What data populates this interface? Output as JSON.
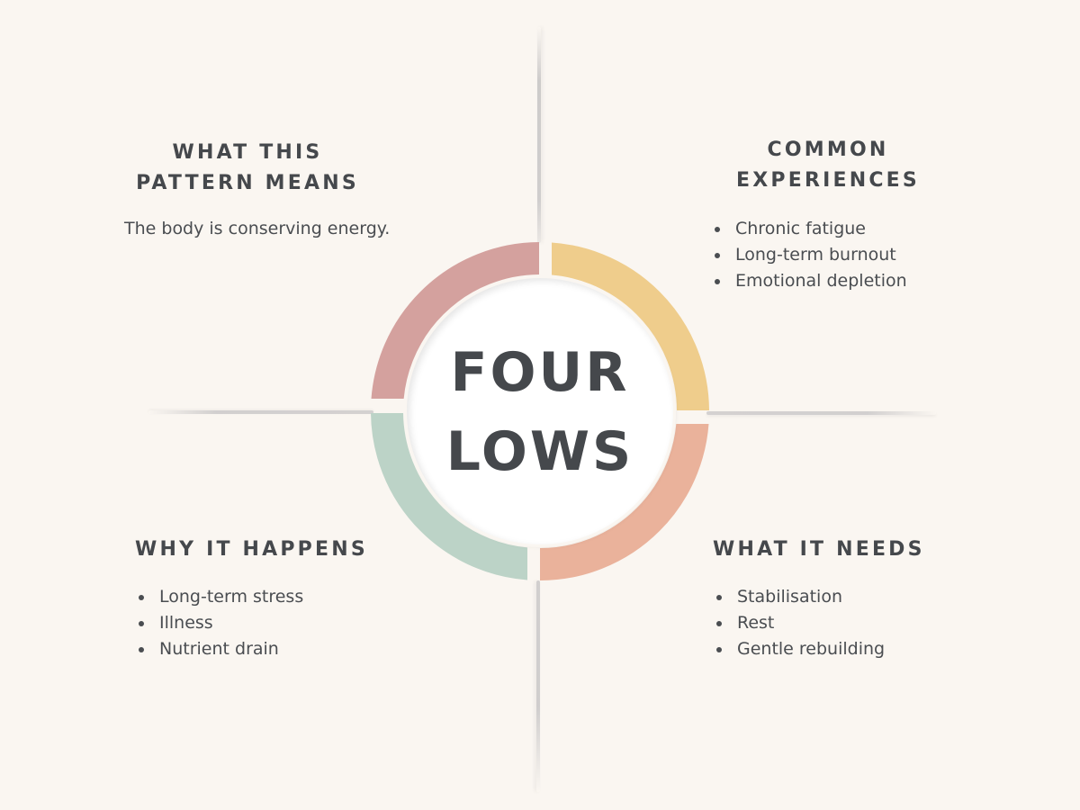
{
  "center": {
    "title_line1": "FOUR",
    "title_line2": "LOWS"
  },
  "quadrants": {
    "top_left": {
      "heading_line1": "WHAT THIS",
      "heading_line2": "PATTERN MEANS",
      "text": "The body is conserving energy.",
      "ring_color": "#d4a19e"
    },
    "top_right": {
      "heading_line1": "COMMON",
      "heading_line2": "EXPERIENCES",
      "items": [
        "Chronic fatigue",
        "Long-term burnout",
        "Emotional depletion"
      ],
      "ring_color": "#efcd8c"
    },
    "bottom_left": {
      "heading": "WHY IT HAPPENS",
      "items": [
        "Long-term stress",
        "Illness",
        "Nutrient drain"
      ],
      "ring_color": "#bcd3c7"
    },
    "bottom_right": {
      "heading": "WHAT IT NEEDS",
      "items": [
        "Stabilisation",
        "Rest",
        "Gentle rebuilding"
      ],
      "ring_color": "#eab29b"
    }
  },
  "colors": {
    "background": "#faf6f1",
    "text": "#45484c",
    "center_fill": "#ffffff"
  }
}
